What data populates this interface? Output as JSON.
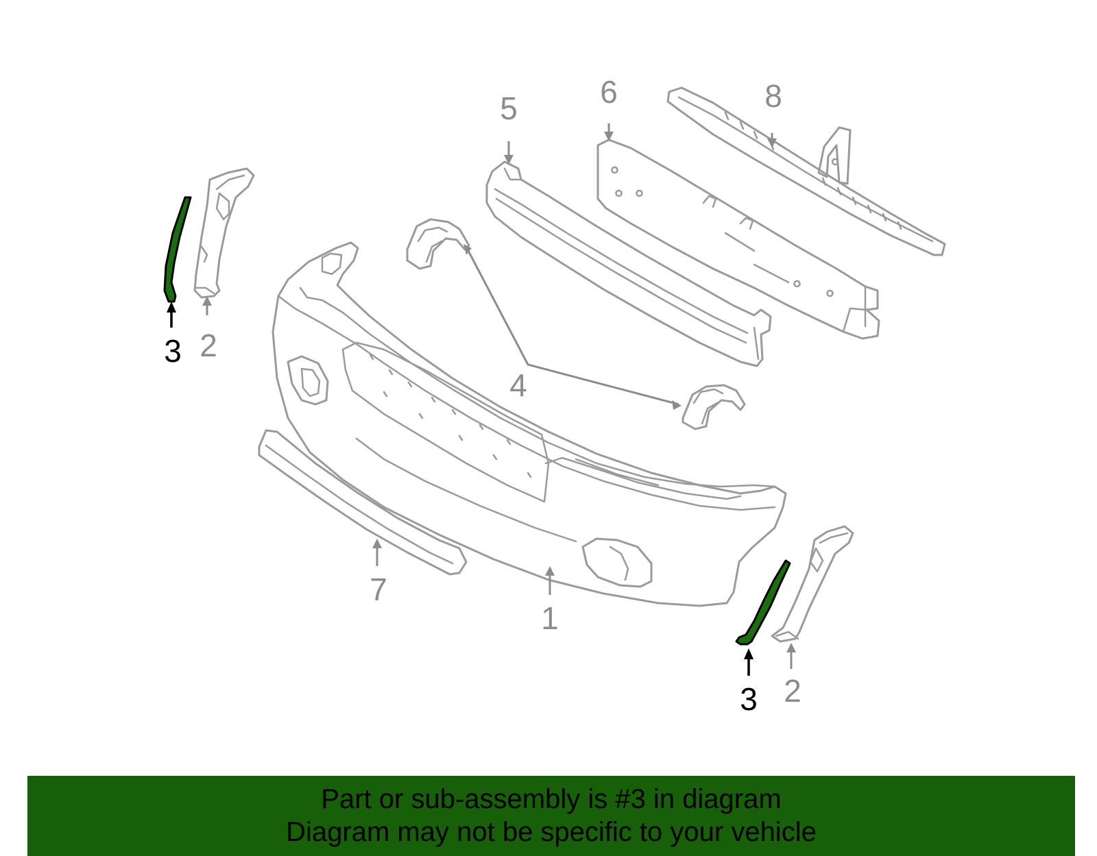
{
  "callouts": {
    "bumper_cover": "1",
    "bracket_left": "2",
    "bracket_right": "2",
    "molding_left": "3",
    "molding_right": "3",
    "retainer": "4",
    "upper_absorber": "5",
    "absorber": "6",
    "valance": "7",
    "reinforcement": "8"
  },
  "highlight_part_number": "3",
  "colors": {
    "highlight_fill": "#1a6e10",
    "part_stroke": "#9a9a9a",
    "banner_background": "#176009"
  },
  "footer": {
    "line1": "Part or sub-assembly is #3 in diagram",
    "line2": "Diagram may not be specific to your vehicle"
  }
}
